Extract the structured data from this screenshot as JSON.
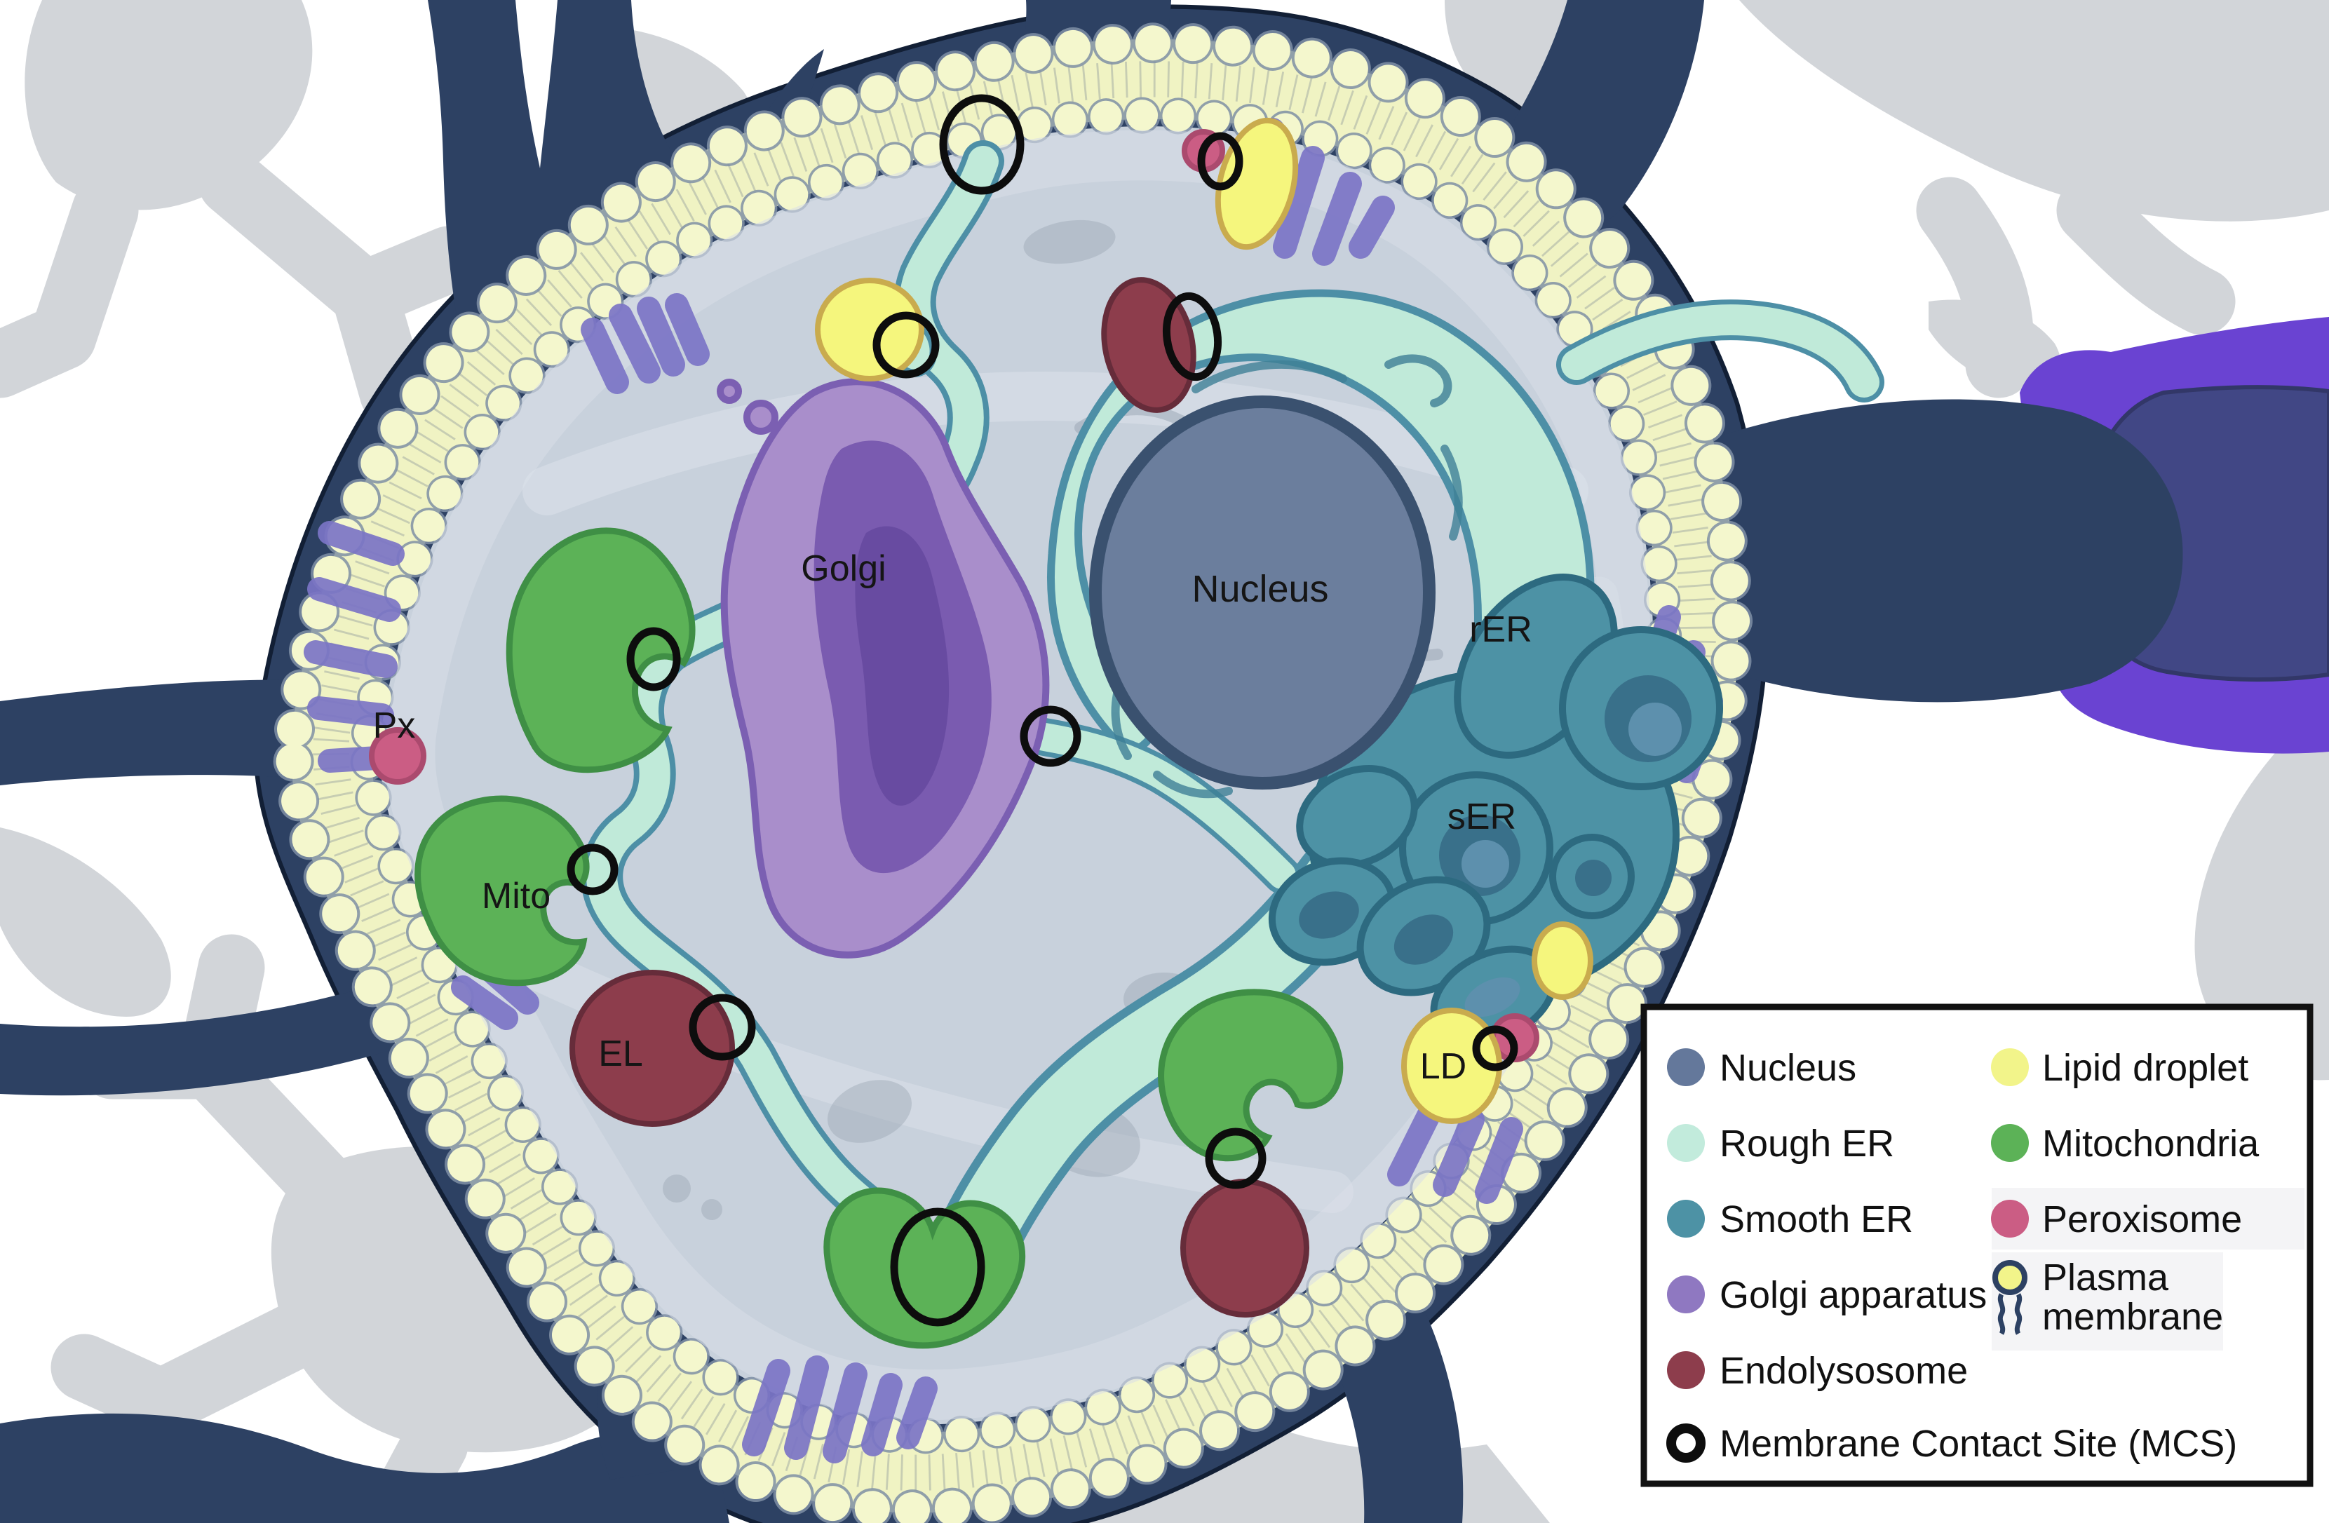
{
  "figure": {
    "organelle_labels": {
      "nucleus": "Nucleus",
      "rough_er": "rER",
      "smooth_er": "sER",
      "golgi": "Golgi",
      "mitochondria": "Mito",
      "peroxisome": "Px",
      "endolysosome": "EL",
      "lipid_droplet": "LD"
    },
    "legend": {
      "left": [
        {
          "label": "Nucleus",
          "color": "#64789b"
        },
        {
          "label": "Rough ER",
          "color": "#c2ebdc"
        },
        {
          "label": "Smooth ER",
          "color": "#4d92a5"
        },
        {
          "label": "Golgi apparatus",
          "color": "#8f78c1"
        },
        {
          "label": "Endolysosome",
          "color": "#8d3d4c"
        }
      ],
      "right": [
        {
          "label": "Lipid droplet",
          "color": "#f2f48a"
        },
        {
          "label": "Mitochondria",
          "color": "#5cb257"
        },
        {
          "label": "Peroxisome",
          "color": "#cb5d84"
        }
      ],
      "plasma_membrane": {
        "line1": "Plasma",
        "line2": "membrane"
      },
      "mcs_label": "Membrane Contact Site (MCS)"
    },
    "palette": {
      "cell_body": "#2d4163",
      "membrane_lipid": "#f2f5c6",
      "cytoplasm": "#c8d1dc",
      "axon_myelin": "#6a43d2",
      "axon_core": "#414785",
      "background_cells": "#d2d5d9",
      "microvilli": "#7b74c6"
    }
  }
}
